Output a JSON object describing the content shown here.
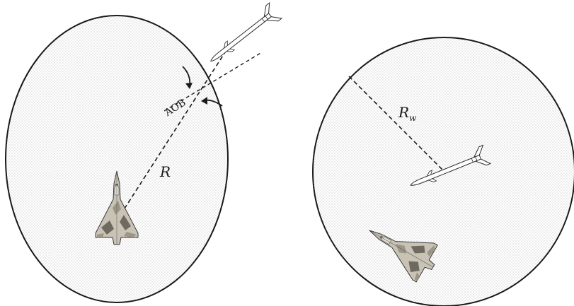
{
  "labels": {
    "aob": "AOB",
    "range": "R",
    "weapon_radius": "R",
    "weapon_radius_subscript": "w"
  },
  "colors": {
    "outline": "#1a1a1a",
    "stipple": "#9a9a9a",
    "camo_light": "#c9c3b6",
    "camo_mid": "#9c9687",
    "camo_dark": "#6e6a60"
  }
}
